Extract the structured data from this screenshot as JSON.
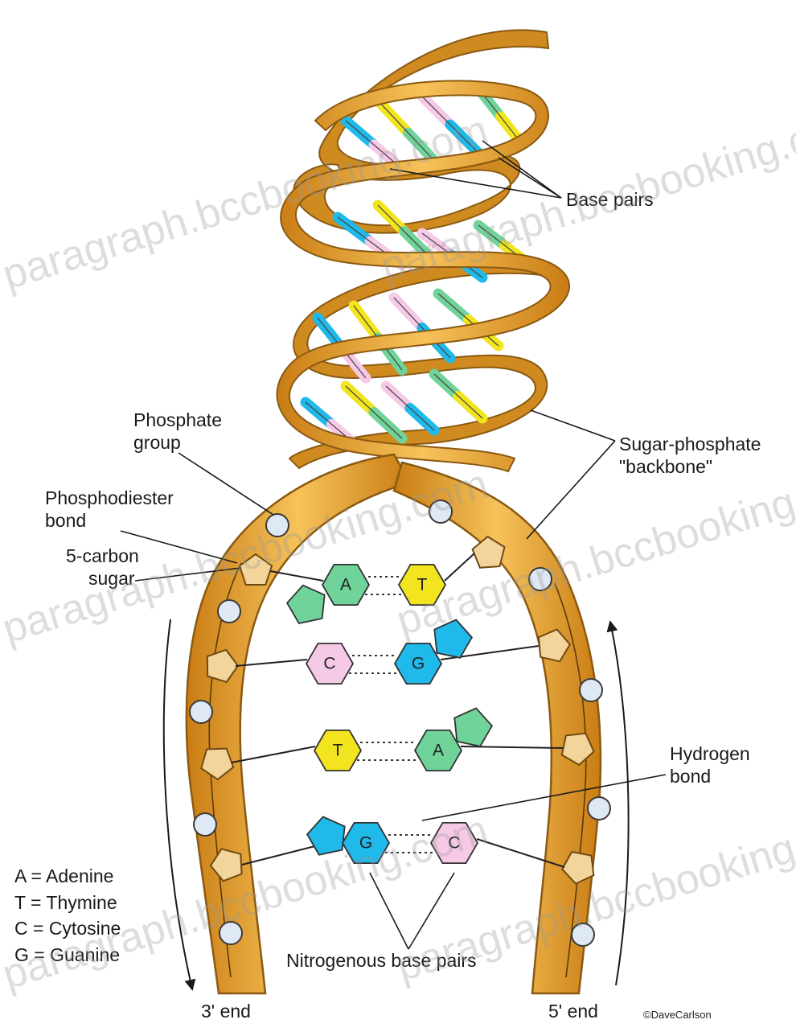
{
  "labels": {
    "base_pairs": "Base pairs",
    "sugar_phosphate_line1": "Sugar-phosphate",
    "sugar_phosphate_line2": "\"backbone\"",
    "phosphate_group_line1": "Phosphate",
    "phosphate_group_line2": "group",
    "phosphodiester_line1": "Phosphodiester",
    "phosphodiester_line2": "bond",
    "carbon_sugar_line1": "5-carbon",
    "carbon_sugar_line2": "sugar",
    "hydrogen_line1": "Hydrogen",
    "hydrogen_line2": "bond",
    "nitrogenous": "Nitrogenous base pairs",
    "three_end": "3' end",
    "five_end": "5' end",
    "copyright": "©DaveCarlson"
  },
  "legend": [
    "A = Adenine",
    "T = Thymine",
    "C = Cytosine",
    "G = Guanine"
  ],
  "base_pairs": [
    {
      "left": "A",
      "right": "T"
    },
    {
      "left": "C",
      "right": "G"
    },
    {
      "left": "T",
      "right": "A"
    },
    {
      "left": "G",
      "right": "C"
    }
  ],
  "base_colors": {
    "A": "#6fd39a",
    "T": "#f2e51f",
    "C": "#f6c9e6",
    "G": "#1fb9ea"
  },
  "watermark": "paragraph.bccbooking.com"
}
